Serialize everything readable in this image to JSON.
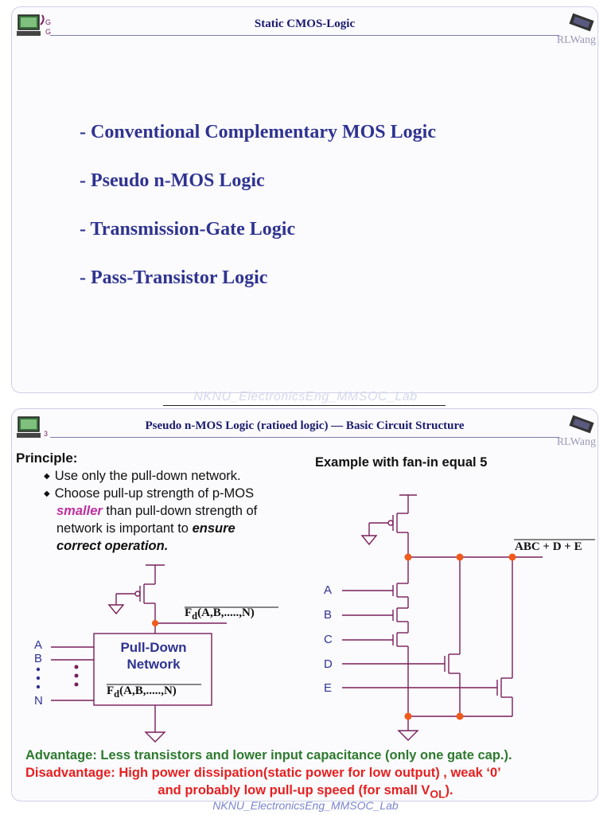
{
  "slide1": {
    "title": "Static CMOS-Logic",
    "watermark": "RLWang",
    "bullets": [
      "- Conventional Complementary MOS Logic",
      "- Pseudo n-MOS Logic",
      "- Transmission-Gate Logic",
      "- Pass-Transistor Logic"
    ],
    "footer": "NKNU_ElectronicsEng_MMSOC_Lab"
  },
  "slide2": {
    "title": "Pseudo n-MOS Logic (ratioed logic) — Basic Circuit Structure",
    "watermark": "RLWang",
    "principle_heading": "Principle:",
    "item1": "Use only the pull-down network.",
    "item2": "Choose pull-up strength of p-MOS",
    "item2_emph": "smaller",
    "item2_rest": " than pull-down strength of",
    "item2_line3a": "network is important to ",
    "item2_line3b": "ensure",
    "item2_line4": "correct operation.",
    "example_heading": "Example with fan-in equal 5",
    "pdn_label_line1": "Pull-Down",
    "pdn_label_line2": "Network",
    "output_fd": "(A,B,.....,N)",
    "fd_letter": "F",
    "fd_sub": "d",
    "pdn_inputs": [
      "A",
      "B",
      "N"
    ],
    "example_inputs": [
      "A",
      "B",
      "C",
      "D",
      "E"
    ],
    "example_output": "ABC + D + E",
    "advantage": "Advantage: Less transistors and lower input capacitance (only one gate cap.).",
    "disadvantage_line1": "Disadvantage: High power dissipation(static power for low output) , weak ‘0’",
    "disadvantage_line2a": "and probably low pull-up speed (for small V",
    "disadvantage_line2_sub": "OL",
    "disadvantage_line2b": ").",
    "footer": "NKNU_ElectronicsEng_MMSOC_Lab"
  },
  "colors": {
    "title": "#1a1a6e",
    "bullet": "#2f3390",
    "wire": "#7a1f5c",
    "node": "#f05a1a",
    "advantage": "#2d7a2d",
    "disadvantage": "#e62020",
    "emphasis": "#c02fa0"
  }
}
